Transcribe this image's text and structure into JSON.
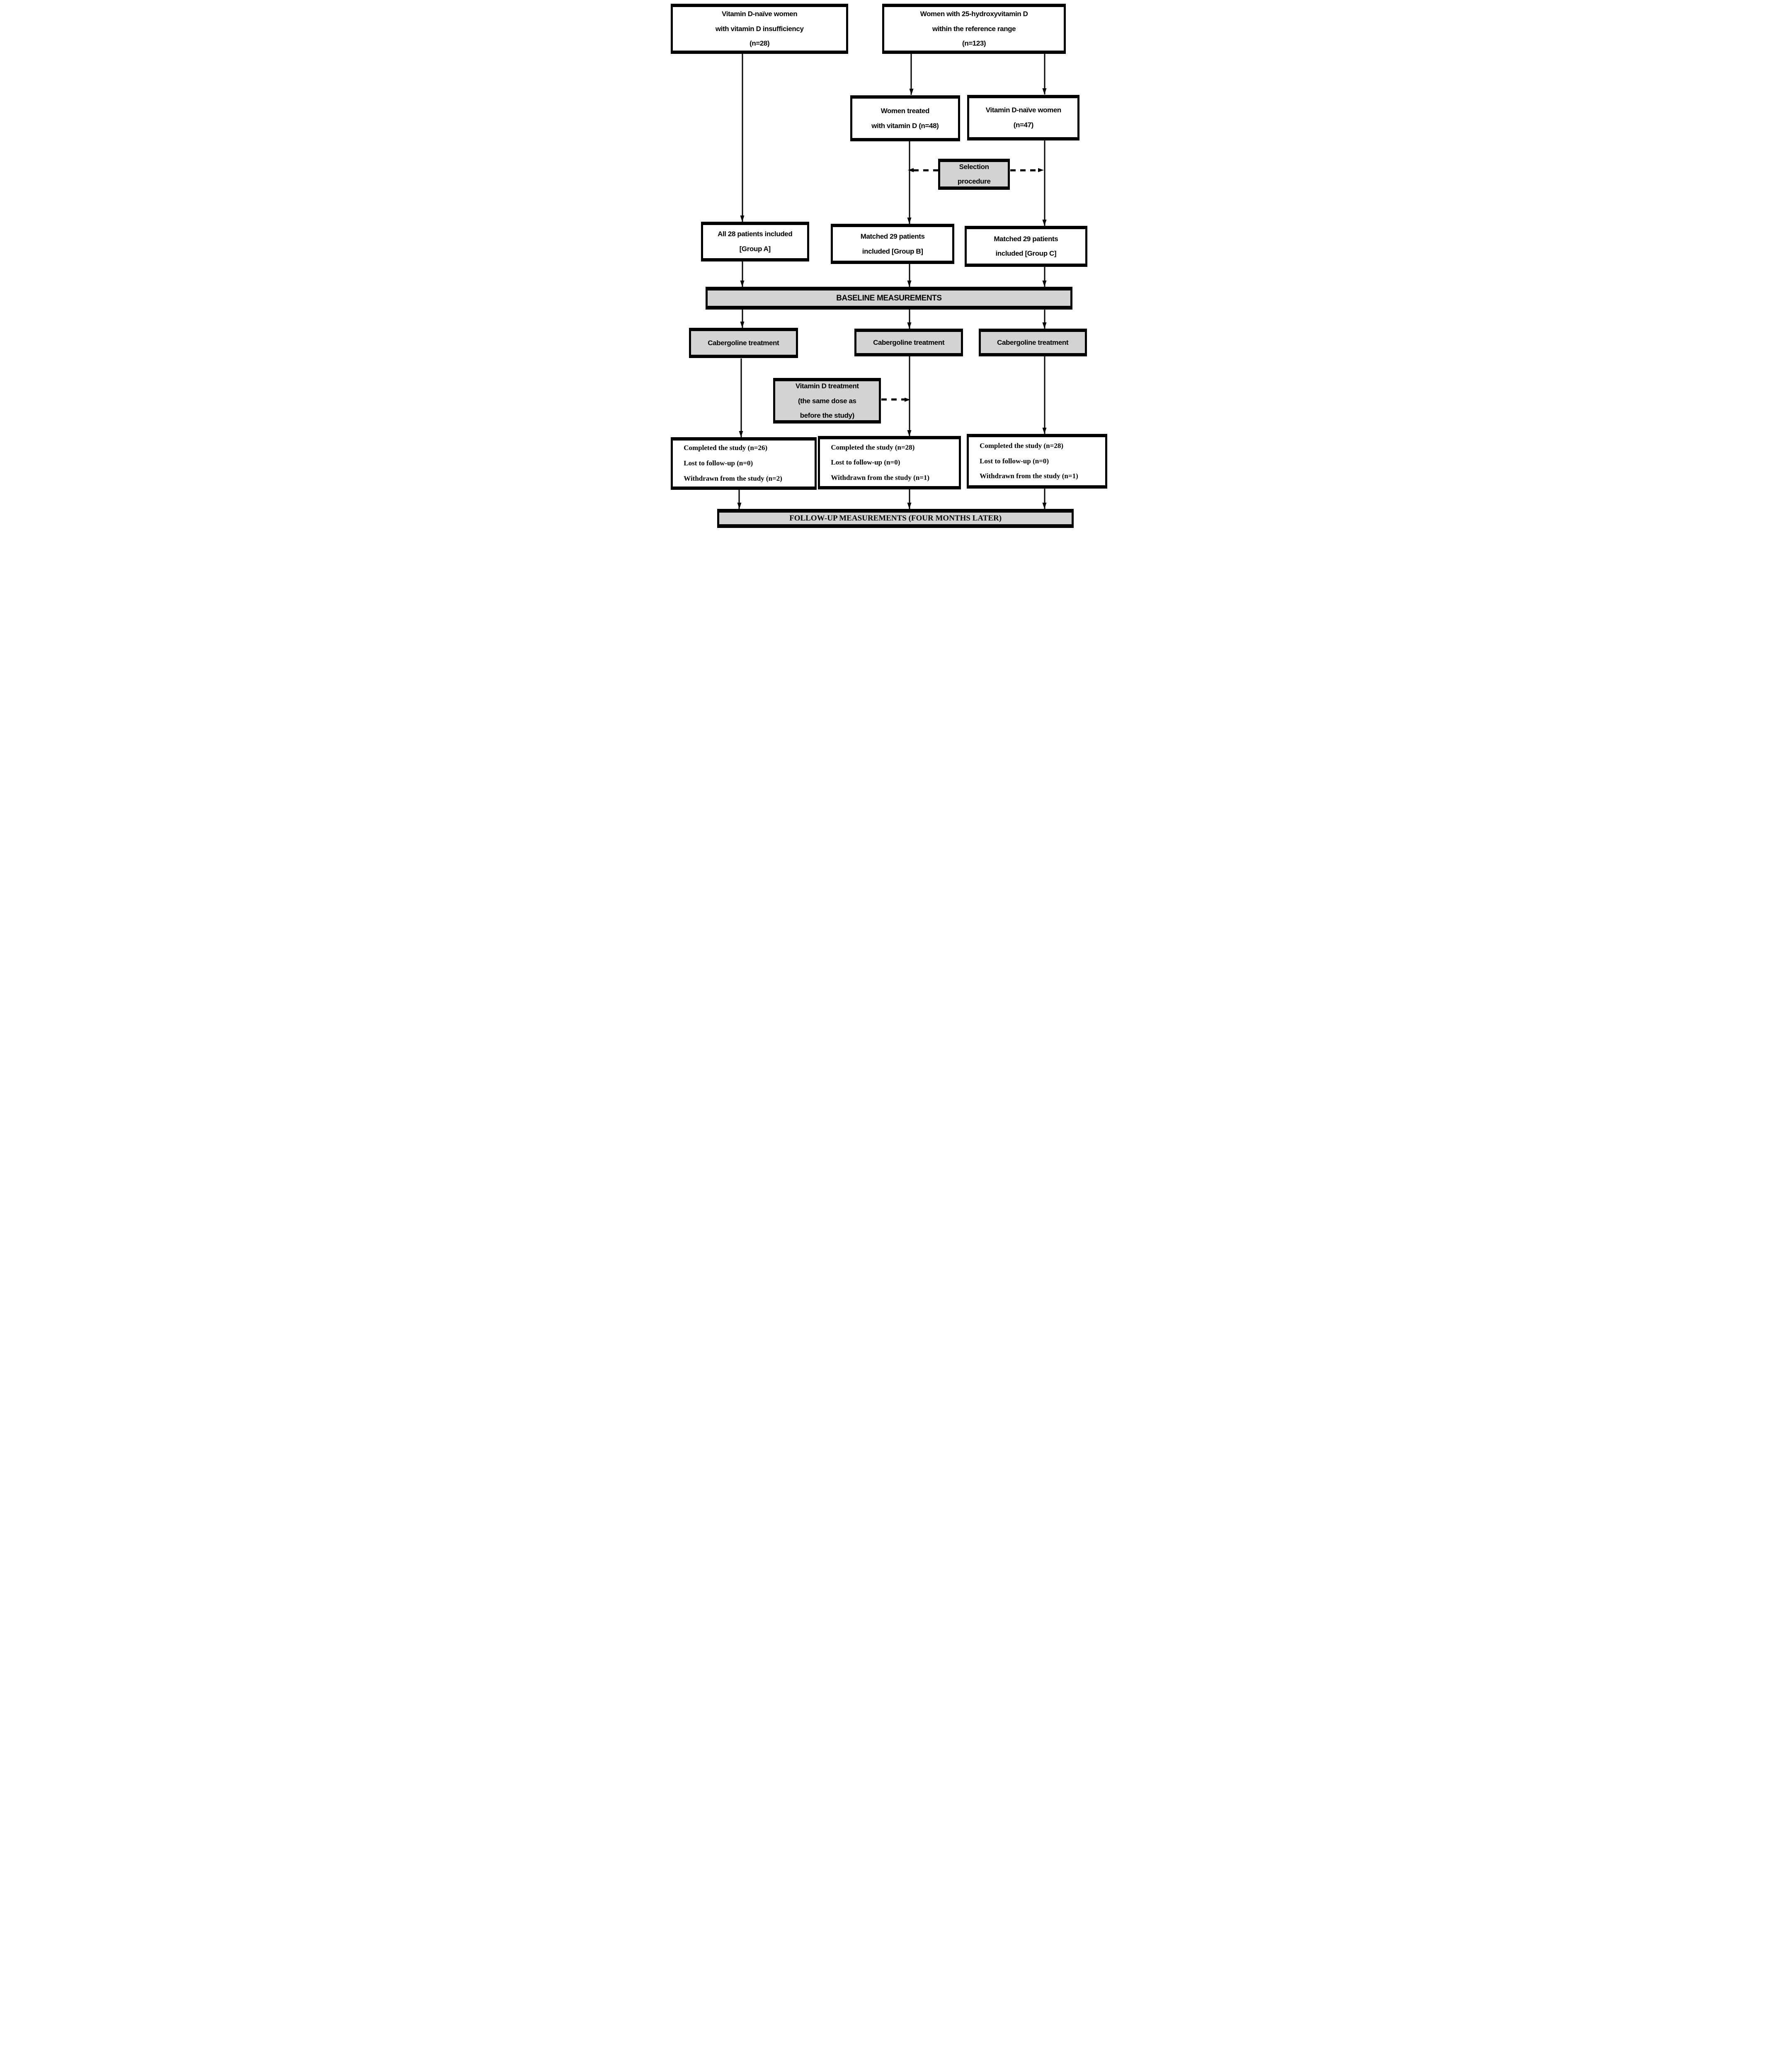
{
  "flowchart": {
    "nodes": {
      "naive_insufficiency": {
        "lines": [
          "Vitamin D-naïve women",
          "with vitamin D insufficiency",
          "(n=28)"
        ]
      },
      "reference_range": {
        "lines": [
          "Women with 25-hydroxyvitamin D",
          "within the reference range",
          "(n=123)"
        ]
      },
      "treated_vitd": {
        "lines": [
          "Women treated",
          "with vitamin D (n=48)"
        ]
      },
      "naive_47": {
        "lines": [
          "Vitamin D-naïve women",
          "(n=47)"
        ]
      },
      "selection": {
        "lines": [
          "Selection",
          "procedure"
        ]
      },
      "group_a": {
        "lines": [
          "All 28 patients included",
          "[Group A]"
        ]
      },
      "group_b": {
        "lines": [
          "Matched 29 patients",
          "included [Group B]"
        ]
      },
      "group_c": {
        "lines": [
          "Matched 29 patients",
          "included [Group C]"
        ]
      },
      "baseline_bar": {
        "label": "BASELINE MEASUREMENTS"
      },
      "cabergoline_a": {
        "label": "Cabergoline treatment"
      },
      "cabergoline_b": {
        "label": "Cabergoline treatment"
      },
      "cabergoline_c": {
        "label": "Cabergoline treatment"
      },
      "vitd_treatment": {
        "lines": [
          "Vitamin D treatment",
          "(the same dose as",
          "before the study)"
        ]
      },
      "outcome_a": {
        "lines": [
          "Completed the study (n=26)",
          "Lost to follow-up (n=0)",
          "Withdrawn from the study (n=2)"
        ]
      },
      "outcome_b": {
        "lines": [
          "Completed the study (n=28)",
          "Lost to follow-up (n=0)",
          "Withdrawn from the study (n=1)"
        ]
      },
      "outcome_c": {
        "lines": [
          "Completed the study (n=28)",
          "Lost to follow-up (n=0)",
          "Withdrawn from the study (n=1)"
        ]
      },
      "followup_bar": {
        "label": "FOLLOW-UP MEASUREMENTS (FOUR MONTHS LATER)"
      }
    },
    "colors": {
      "gray_fill": "#d3d3d3",
      "border": "#000000",
      "background": "#ffffff"
    }
  }
}
